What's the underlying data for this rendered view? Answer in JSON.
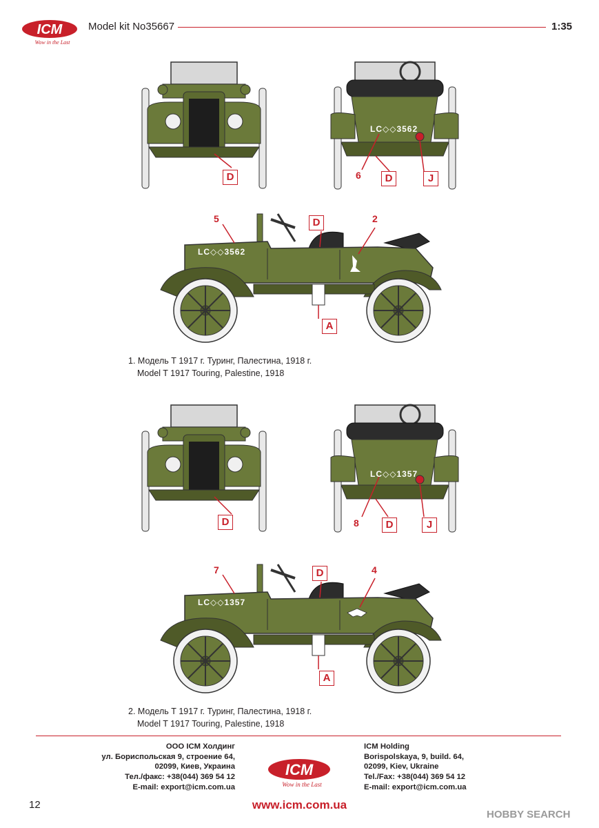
{
  "header": {
    "logo_text": "ICM",
    "logo_tagline": "Wow in the Last",
    "kit_title": "Model kit No35667",
    "scale": "1:35"
  },
  "colors": {
    "accent_red": "#c8202a",
    "body_olive": "#6b7a3a",
    "body_dark": "#4f5a28",
    "tire_white": "#f2f2f2",
    "hood_black": "#1d1d1d"
  },
  "schemes": [
    {
      "plate_rear": "LC◇◇3562",
      "plate_side": "LC◇◇3562",
      "front_callout": "D",
      "rear_num": "6",
      "rear_callout_1": "D",
      "rear_callout_2": "J",
      "side_num_1": "5",
      "side_callout_top": "D",
      "side_num_2": "2",
      "side_callout_bottom": "A",
      "emblem": "kangaroo",
      "caption_ru": "1. Модель Т 1917 г. Туринг, Палестина, 1918 г.",
      "caption_en": "Model T 1917 Touring, Palestine, 1918"
    },
    {
      "plate_rear": "LC◇◇1357",
      "plate_side": "LC◇◇1357",
      "front_callout": "D",
      "rear_num": "8",
      "rear_callout_1": "D",
      "rear_callout_2": "J",
      "side_num_1": "7",
      "side_callout_top": "D",
      "side_num_2": "4",
      "side_callout_bottom": "A",
      "emblem": "winged-emblem",
      "caption_ru": "2. Модель Т 1917 г. Туринг, Палестина, 1918 г.",
      "caption_en": "Model T 1917 Touring, Palestine, 1918"
    }
  ],
  "footer": {
    "left": [
      "ООО ICM Холдинг",
      "ул. Бориспольская 9, строение 64,",
      "02099, Киев, Украина",
      "Тел./факс: +38(044) 369 54 12",
      "E-mail: export@icm.com.ua"
    ],
    "right": [
      "ICM Holding",
      "Borispolskaya, 9, build. 64,",
      "02099, Kiev, Ukraine",
      "Tel./Fax: +38(044) 369 54 12",
      "E-mail: export@icm.com.ua"
    ],
    "logo_text": "ICM",
    "logo_tagline": "Wow in the Last",
    "url": "www.icm.com.ua",
    "page_number": "12",
    "watermark": "HOBBY SEARCH"
  }
}
